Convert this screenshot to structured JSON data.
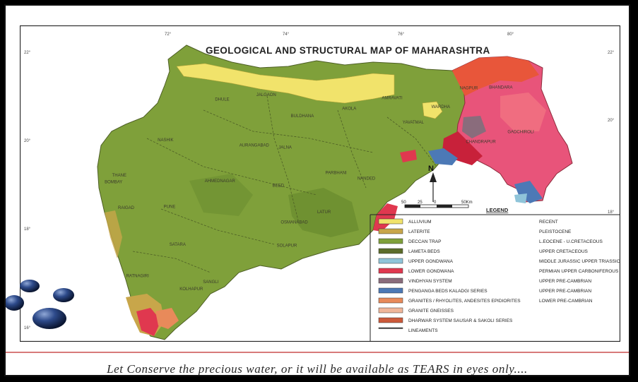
{
  "map": {
    "title": "GEOLOGICAL AND STRUCTURAL MAP OF MAHARASHTRA",
    "north_label": "N",
    "scale_labels": [
      "50",
      "25",
      "0",
      "50Km"
    ],
    "legend_title": "LEGEND",
    "coordinates": {
      "top": [
        "72°",
        "74°",
        "76°",
        "80°"
      ],
      "left": [
        "22°",
        "20°",
        "18°",
        "16°"
      ],
      "right": [
        "22°",
        "20°",
        "18°"
      ]
    },
    "legend": [
      {
        "label": "ALLUVIUM",
        "age": "RECENT",
        "color": "#f1e36b"
      },
      {
        "label": "LATERITE",
        "age": "PLEISTOCENE",
        "color": "#c8a64a"
      },
      {
        "label": "DECCAN TRAP",
        "age": "L.EOCENE - U.CRETACEOUS",
        "color": "#7fa03a"
      },
      {
        "label": "LAMETA BEDS",
        "age": "UPPER CRETACEOUS",
        "color": "#5c6c2a"
      },
      {
        "label": "UPPER GONDWANA",
        "age": "MIDDLE JURASSIC UPPER TRIASSIC",
        "color": "#8fc4d9"
      },
      {
        "label": "LOWER GONDWANA",
        "age": "PERMIAN UPPER CARBONIFEROUS",
        "color": "#e0384f"
      },
      {
        "label": "VINDHYAN SYSTEM",
        "age": "UPPER PRE-CAMBRIAN",
        "color": "#8a6c7c"
      },
      {
        "label": "PENGANGA BEDS KALADGI SERIES",
        "age": "UPPER PRE-CAMBRIAN",
        "color": "#4c79b6"
      },
      {
        "label": "GRANITES / RHYOLITES, ANDESITES EPIDIORITES",
        "age": "LOWER PRE-CAMBRIAN",
        "color": "#e88a5a"
      },
      {
        "label": "GRANITE GNEISSES",
        "age": "",
        "color": "#f0b69a"
      },
      {
        "label": "DHARWAR SYSTEM SAUSAR & SAKOLI SERIES",
        "age": "",
        "color": "#cc5a3a"
      },
      {
        "label": "LINEAMENTS",
        "age": "",
        "color": "#444444"
      }
    ],
    "cities": [
      {
        "name": "JALGAON",
        "lon": 75.55,
        "lat": 21.0
      },
      {
        "name": "DHULE",
        "lon": 74.78,
        "lat": 20.9
      },
      {
        "name": "NASHIK",
        "lon": 73.79,
        "lat": 20.0
      },
      {
        "name": "AURANGABAD",
        "lon": 75.34,
        "lat": 19.88
      },
      {
        "name": "JALNA",
        "lon": 75.88,
        "lat": 19.84
      },
      {
        "name": "BULDHANA",
        "lon": 76.18,
        "lat": 20.53
      },
      {
        "name": "AKOLA",
        "lon": 77.0,
        "lat": 20.7
      },
      {
        "name": "AMRAVATI",
        "lon": 77.75,
        "lat": 20.93
      },
      {
        "name": "WARDHA",
        "lon": 78.6,
        "lat": 20.74
      },
      {
        "name": "NAGPUR",
        "lon": 79.09,
        "lat": 21.15
      },
      {
        "name": "YAVATMAL",
        "lon": 78.12,
        "lat": 20.39
      },
      {
        "name": "CHANDRAPUR",
        "lon": 79.3,
        "lat": 19.96
      },
      {
        "name": "NANDED",
        "lon": 77.3,
        "lat": 19.15
      },
      {
        "name": "PARBHANI",
        "lon": 76.77,
        "lat": 19.27
      },
      {
        "name": "BEED",
        "lon": 75.76,
        "lat": 18.99
      },
      {
        "name": "AHMEDNAGAR",
        "lon": 74.74,
        "lat": 19.09
      },
      {
        "name": "PUNE",
        "lon": 73.86,
        "lat": 18.52
      },
      {
        "name": "BOMBAY",
        "lon": 72.88,
        "lat": 19.07
      },
      {
        "name": "THANE",
        "lon": 72.98,
        "lat": 19.22
      },
      {
        "name": "RAIGAD",
        "lon": 73.1,
        "lat": 18.5
      },
      {
        "name": "SATARA",
        "lon": 74.0,
        "lat": 17.68
      },
      {
        "name": "SOLAPUR",
        "lon": 75.91,
        "lat": 17.66
      },
      {
        "name": "OSMANABAD",
        "lon": 76.04,
        "lat": 18.18
      },
      {
        "name": "LATUR",
        "lon": 76.56,
        "lat": 18.4
      },
      {
        "name": "SANGLI",
        "lon": 74.58,
        "lat": 16.85
      },
      {
        "name": "KOLHAPUR",
        "lon": 74.24,
        "lat": 16.7
      },
      {
        "name": "RATNAGIRI",
        "lon": 73.3,
        "lat": 16.99
      },
      {
        "name": "GADCHIROLI",
        "lon": 80.0,
        "lat": 20.18
      },
      {
        "name": "BHANDARA",
        "lon": 79.65,
        "lat": 21.17
      }
    ]
  },
  "slogan": "Let Conserve the precious water, or it will be available as TEARS in eyes only...."
}
